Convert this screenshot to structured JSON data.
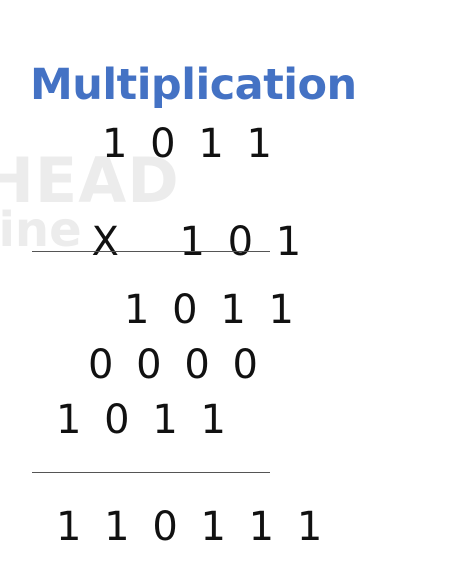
{
  "title": "Multiplication",
  "watermark": {
    "line1": "HEAD",
    "line2": "line"
  },
  "problem": {
    "multiplicand": "1 0 1 1",
    "operator": "X",
    "multiplier": "1 0 1"
  },
  "partial_products": [
    "1 0 1 1",
    "0 0 0 0",
    "1 0 1 1"
  ],
  "result": "1 1 0 1 1 1",
  "colors": {
    "title": "#4472c4",
    "text": "#111111",
    "rule": "#555555",
    "watermark": "#ececec"
  }
}
